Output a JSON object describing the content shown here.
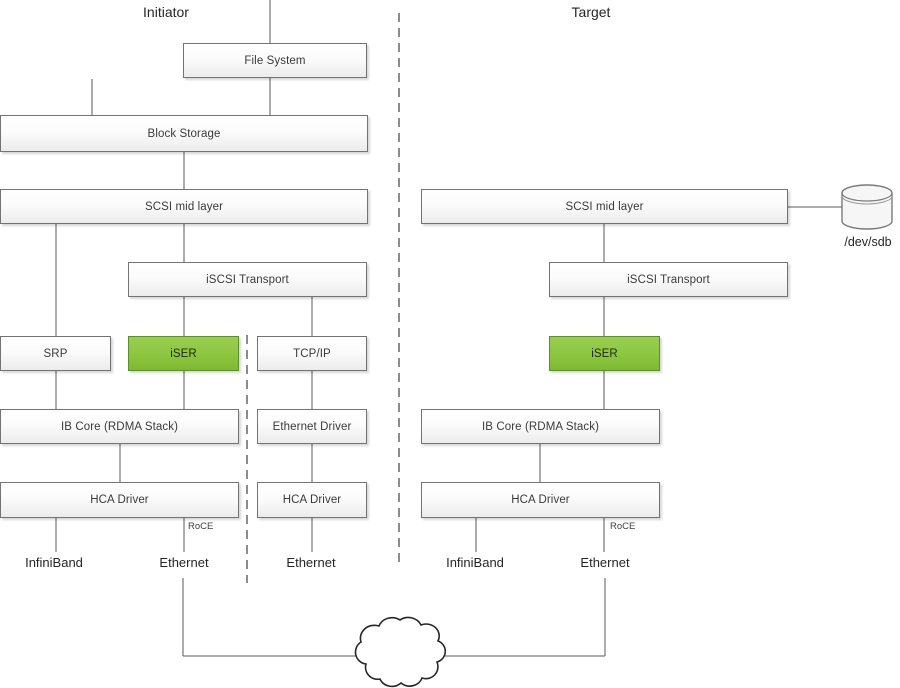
{
  "titles": {
    "initiator": "Initiator",
    "target": "Target"
  },
  "initiator": {
    "file_system": "File System",
    "block_storage": "Block Storage",
    "scsi_mid_layer": "SCSI mid layer",
    "iscsi_transport": "iSCSI Transport",
    "srp": "SRP",
    "iser": "iSER",
    "tcp_ip": "TCP/IP",
    "ib_core": "IB Core (RDMA Stack)",
    "ethernet_driver": "Ethernet Driver",
    "hca_driver_left": "HCA Driver",
    "hca_driver_right": "HCA Driver",
    "roce": "RoCE",
    "port_infiniband": "InfiniBand",
    "port_ethernet": "Ethernet",
    "port_ethernet_tcp": "Ethernet"
  },
  "target": {
    "scsi_mid_layer": "SCSI mid layer",
    "iscsi_transport": "iSCSI Transport",
    "iser": "iSER",
    "ib_core": "IB Core (RDMA Stack)",
    "hca_driver": "HCA Driver",
    "roce": "RoCE",
    "port_infiniband": "InfiniBand",
    "port_ethernet": "Ethernet",
    "disk_device": "/dev/sdb"
  },
  "colors": {
    "iser_green": "#8cc63f",
    "iser_border": "#5e8f2c",
    "box_border": "#737373",
    "box_fill_bottom": "#ececec",
    "connector_line": "#595959",
    "divider_dash": "#3f3f3f"
  }
}
